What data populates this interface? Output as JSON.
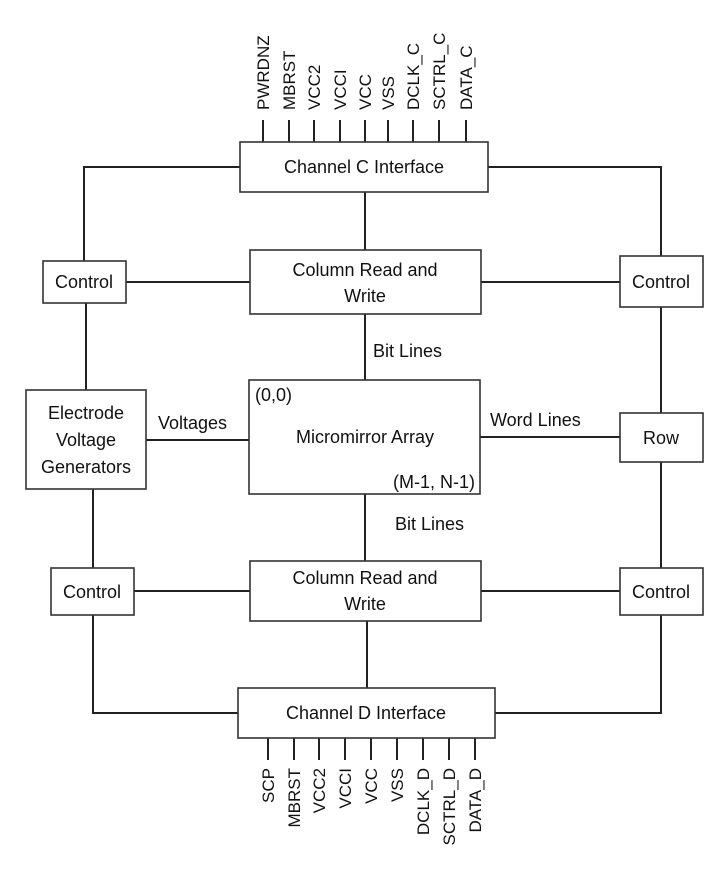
{
  "diagram": {
    "title": "Micromirror Array Functional Block Diagram",
    "blocks": {
      "channel_c": "Channel C Interface",
      "channel_d": "Channel D Interface",
      "col_rw_top": [
        "Column Read and",
        "Write"
      ],
      "col_rw_bottom": [
        "Column Read and",
        "Write"
      ],
      "array": "Micromirror Array",
      "array_origin": "(0,0)",
      "array_end": "(M-1, N-1)",
      "control_left_top": "Control",
      "control_left_bottom": "Control",
      "control_right_top": "Control",
      "control_right_bottom": "Control",
      "row": "Row",
      "evg": [
        "Electrode",
        "Voltage",
        "Generators"
      ]
    },
    "edge_labels": {
      "bit_lines_top": "Bit Lines",
      "bit_lines_bottom": "Bit Lines",
      "voltages": "Voltages",
      "word_lines": "Word Lines"
    },
    "pins_c": [
      "PWRDNZ",
      "MBRST",
      "VCC2",
      "VCCI",
      "VCC",
      "VSS",
      "DCLK_C",
      "SCTRL_C",
      "DATA_C"
    ],
    "pins_d": [
      "SCP",
      "MBRST",
      "VCC2",
      "VCCI",
      "VCC",
      "VSS",
      "DCLK_D",
      "SCTRL_D",
      "DATA_D"
    ]
  }
}
